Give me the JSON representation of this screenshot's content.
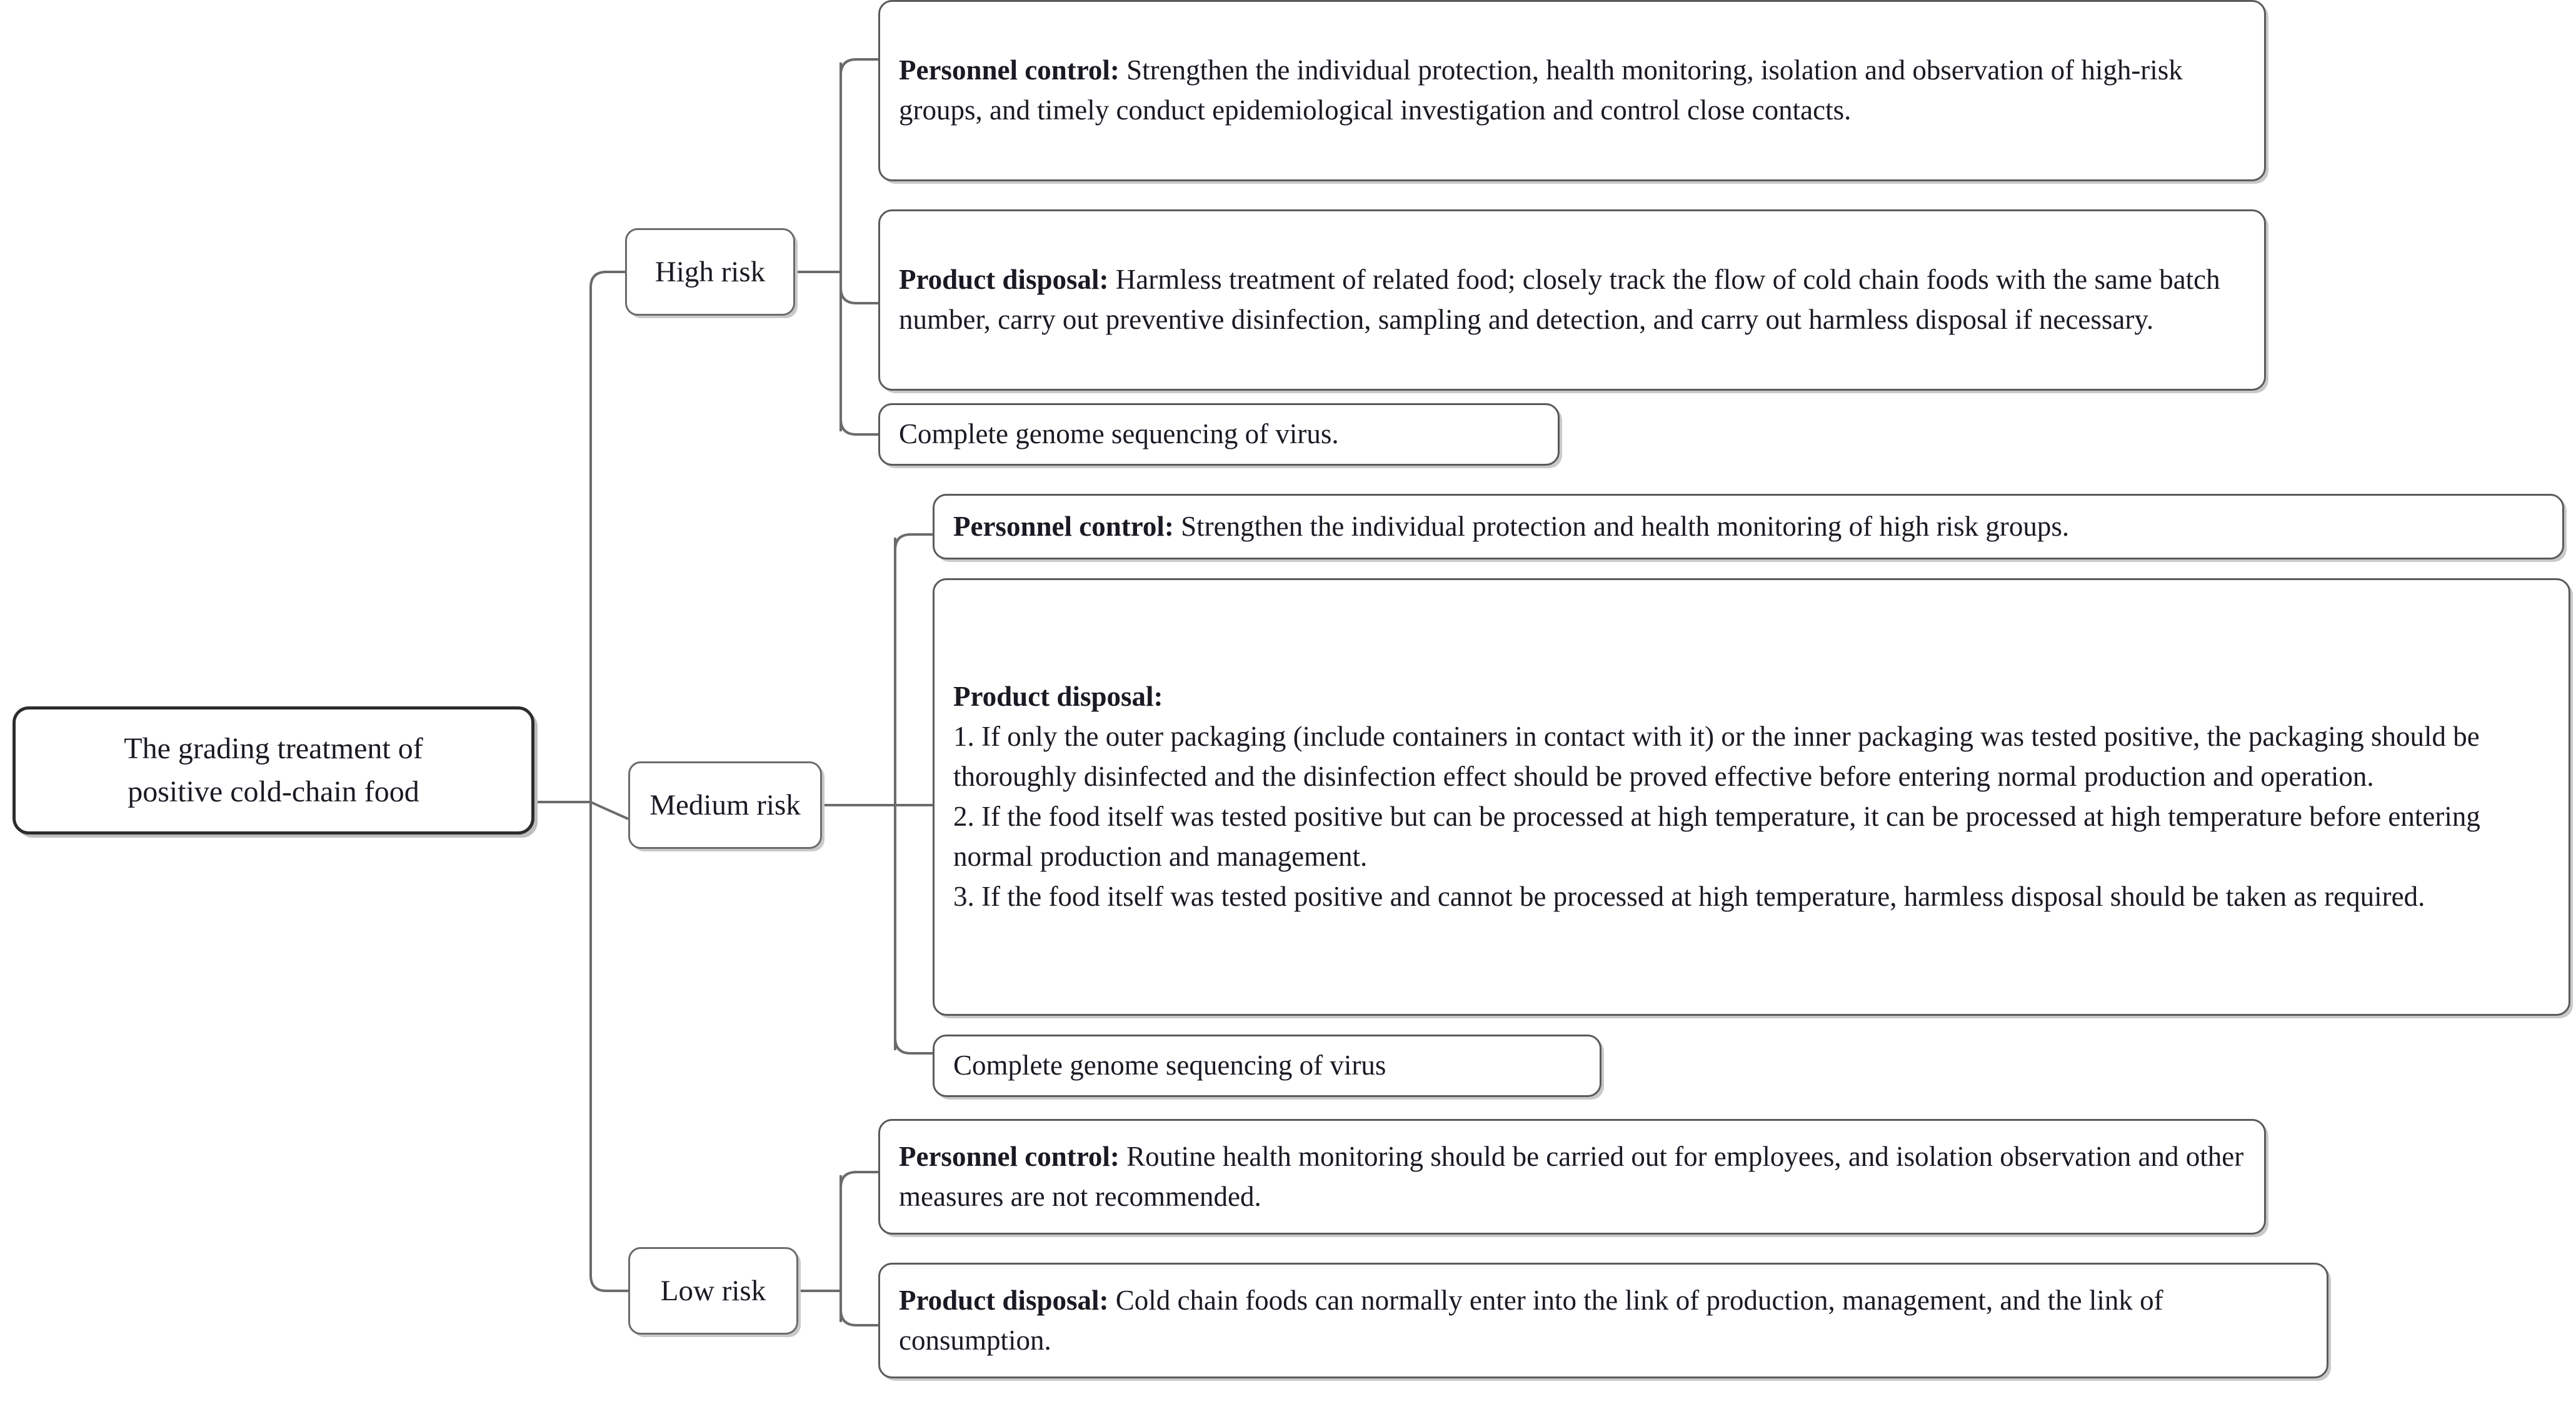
{
  "diagram": {
    "type": "tree-mindmap",
    "title": "The grading treatment of positive cold-chain food",
    "orientation": "left-to-right",
    "colors": {
      "node_border": "#5a5a5a",
      "root_border": "#2c2c2c",
      "connector": "#6b6b6b",
      "text": "#1a1a24",
      "background": "#ffffff",
      "shadow": "#c9c9c9"
    }
  },
  "root": {
    "label": "The grading treatment of\npositive cold-chain food"
  },
  "branches": [
    {
      "label": "High risk",
      "leaves": [
        {
          "bold": "Personnel control:",
          "body": " Strengthen the individual protection, health monitoring, isolation and observation of high-risk groups, and timely conduct epidemiological investigation and control close contacts."
        },
        {
          "bold": "Product disposal:",
          "body": " Harmless treatment of related food; closely track the flow of cold chain foods with the same batch number, carry out preventive disinfection, sampling and detection, and carry out harmless disposal if necessary."
        },
        {
          "bold": "",
          "body": "Complete genome sequencing of virus."
        }
      ]
    },
    {
      "label": "Medium risk",
      "leaves": [
        {
          "bold": "Personnel control:",
          "body": " Strengthen the individual protection and health monitoring of high risk groups."
        },
        {
          "bold": "Product disposal:",
          "body": "\n1. If only the outer packaging (include containers in contact with it) or the inner packaging was tested positive, the packaging should be thoroughly disinfected and the disinfection effect should be proved effective before entering normal production and operation.\n2. If the food itself was tested positive but can be processed at high temperature, it can be processed at high temperature before entering normal production and management.\n3. If the food itself was tested positive and cannot be processed at high temperature, harmless disposal should be taken as required."
        },
        {
          "bold": "",
          "body": "Complete genome sequencing of virus"
        }
      ]
    },
    {
      "label": "Low risk",
      "leaves": [
        {
          "bold": "Personnel control:",
          "body": " Routine health monitoring should be carried out for employees, and isolation observation and other measures are not recommended."
        },
        {
          "bold": "Product disposal:",
          "body": " Cold chain foods can normally enter into the link of production, management, and the link of consumption."
        }
      ]
    }
  ]
}
